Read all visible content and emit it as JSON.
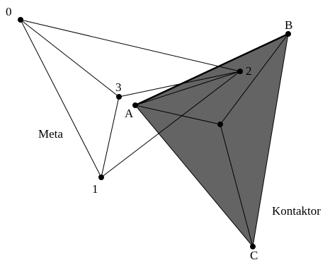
{
  "diagram": {
    "labels": {
      "node_0": "0",
      "node_1": "1",
      "node_2": "2",
      "node_3": "3",
      "node_A": "A",
      "node_B": "B",
      "node_C": "C",
      "region_meta": "Meta",
      "region_kontaktor": "Kontaktor"
    },
    "colors": {
      "kontaktor_fill": "#646464",
      "line": "#000000",
      "background": "#ffffff"
    }
  }
}
